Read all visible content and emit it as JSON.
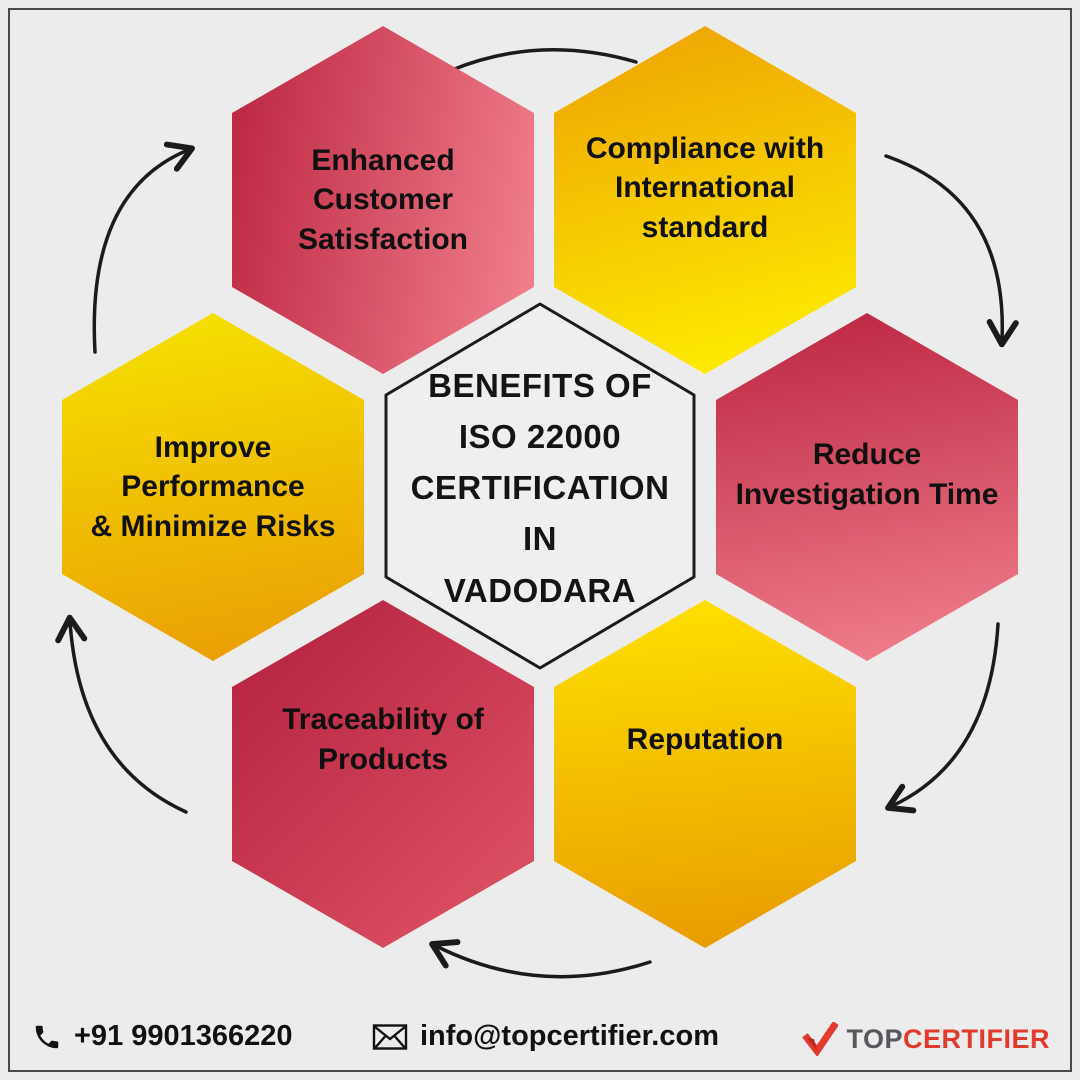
{
  "title": {
    "lines": [
      "BENEFITS OF",
      "ISO 22000",
      "CERTIFICATION",
      "IN",
      "VADODARA"
    ]
  },
  "hexagons": [
    {
      "name": "enhanced-customer-satisfaction",
      "lines": [
        "Enhanced",
        "Customer",
        "Satisfaction"
      ],
      "gradient": [
        "#bb2440",
        "#f3838e"
      ]
    },
    {
      "name": "compliance-with-international-standard",
      "lines": [
        "Compliance with",
        "International",
        "standard"
      ],
      "gradient": [
        "#eda104",
        "#fff200"
      ]
    },
    {
      "name": "improve-performance-minimize-risks",
      "lines": [
        "Improve",
        "Performance",
        "& Minimize Risks"
      ],
      "gradient": [
        "#f6e400",
        "#e99b05"
      ]
    },
    {
      "name": "reduce-investigation-time",
      "lines": [
        "Reduce",
        "Investigation Time"
      ],
      "gradient": [
        "#bb2440",
        "#f2838e"
      ]
    },
    {
      "name": "traceability-of-products",
      "lines": [
        "Traceability of",
        "Products"
      ],
      "gradient": [
        "#b21f3c",
        "#e15668"
      ]
    },
    {
      "name": "reputation",
      "lines": [
        "Reputation"
      ],
      "gradient": [
        "#ffe200",
        "#e89a00"
      ]
    }
  ],
  "footer": {
    "phone": "+91 9901366220",
    "email": "info@topcertifier.com",
    "brand_top": "TOP",
    "brand_rest": "CERTIFIER"
  },
  "colors": {
    "background": "#ececec",
    "frame_border": "#4a4a4a",
    "red_dark": "#bb2440",
    "red_light": "#f2838e",
    "yellow_bright": "#fff200",
    "orange": "#e89a00",
    "arrow_stroke": "#1b1b1b",
    "text": "#111111",
    "brand_gray": "#55585c",
    "brand_red": "#e23b2e"
  }
}
